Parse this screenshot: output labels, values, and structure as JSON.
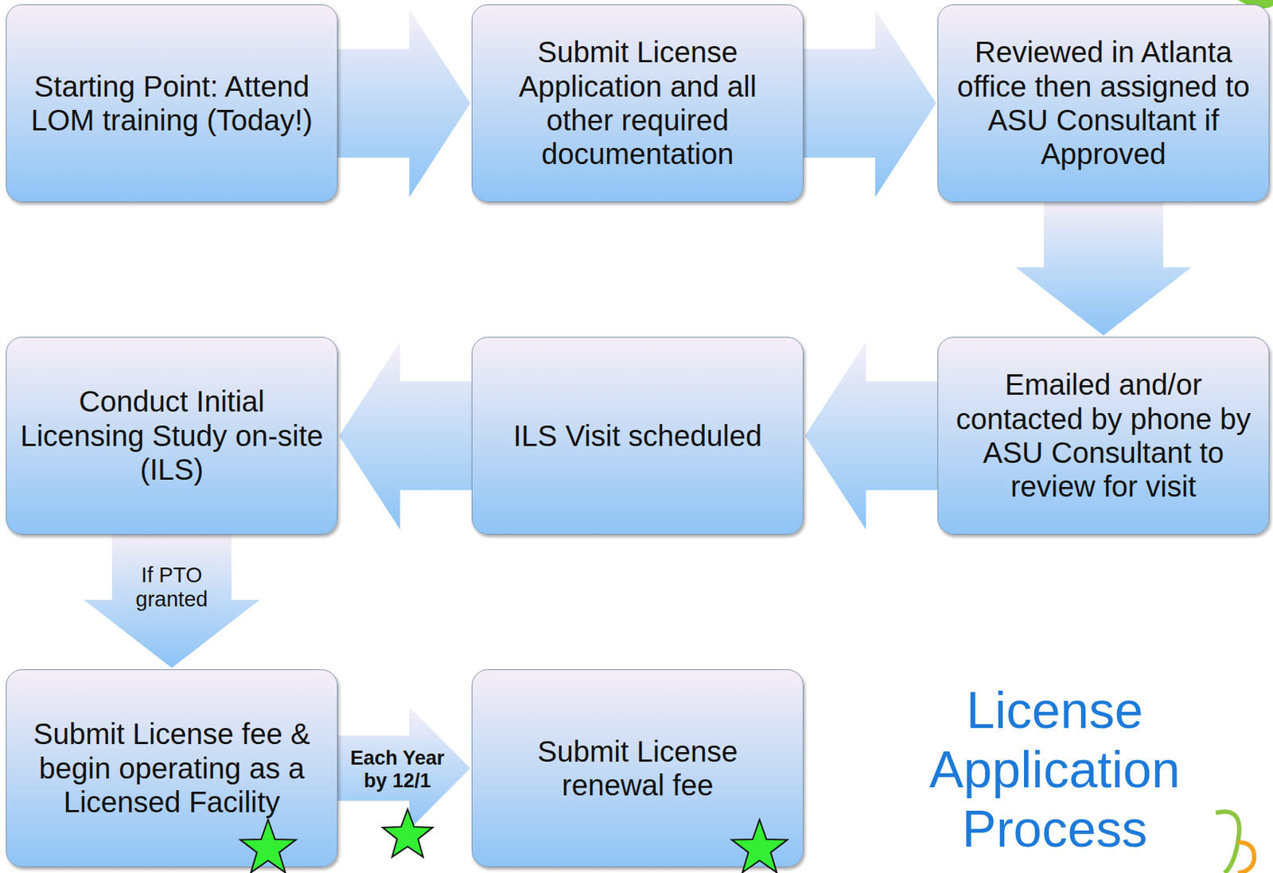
{
  "diagram": {
    "title": "License Application Process",
    "nodes": [
      {
        "text": [
          "Starting Point: Attend LOM training (Today!)"
        ]
      },
      {
        "text": [
          "Submit License Application and all other required documentation"
        ]
      },
      {
        "text": [
          "Reviewed in Atlanta office then assigned to ASU Consultant if Approved"
        ]
      },
      {
        "text": [
          "Emailed and/or contacted by phone by ASU Consultant to review for visit"
        ]
      },
      {
        "text": [
          "ILS Visit scheduled"
        ]
      },
      {
        "text": [
          "Conduct Initial Licensing Study on-site (ILS)"
        ]
      },
      {
        "text": [
          "Submit License fee & begin operating as a Licensed Facility"
        ]
      },
      {
        "text": [
          "Submit License renewal fee"
        ]
      }
    ],
    "edges": [
      {
        "from": 0,
        "to": 1,
        "arrow": "to"
      },
      {
        "from": 1,
        "to": 2,
        "arrow": "to"
      },
      {
        "from": 2,
        "to": 3,
        "arrow": "to"
      },
      {
        "from": 3,
        "to": 4,
        "arrow": "to"
      },
      {
        "from": 4,
        "to": 5,
        "arrow": "to"
      },
      {
        "from": 5,
        "to": 6,
        "label": "If PTO granted",
        "arrow": "to"
      },
      {
        "from": 6,
        "to": 7,
        "label": "Each Year by 12/1",
        "arrow": "to"
      }
    ]
  }
}
